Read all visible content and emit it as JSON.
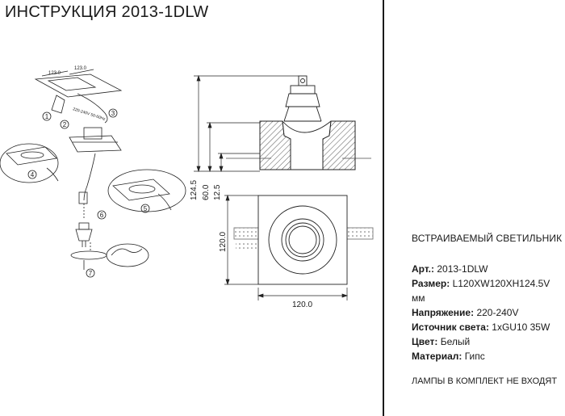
{
  "title": "ИНСТРУКЦИЯ 2013-1DLW",
  "product_heading": "ВСТРАИВАЕМЫЙ СВЕТИЛЬНИК",
  "specs": [
    {
      "label": "Арт.:",
      "value": "2013-1DLW"
    },
    {
      "label": "Размер:",
      "value": "L120XW120XH124.5V мм"
    },
    {
      "label": "Напряжение:",
      "value": "220-240V"
    },
    {
      "label": "Источник света:",
      "value": "1xGU10 35W"
    },
    {
      "label": "Цвет:",
      "value": "Белый"
    },
    {
      "label": "Материал:",
      "value": "Гипс"
    }
  ],
  "footer_note": "ЛАМПЫ В КОМПЛЕКТ НЕ ВХОДЯТ",
  "dimensions": {
    "height_total": "124.5",
    "height_mid": "60.0",
    "height_small": "12.5",
    "width_side": "120.0",
    "width_bottom": "120.0",
    "cut_a": "123.0",
    "cut_b": "123.0",
    "cut_note": "220-240V 50-60Hz"
  },
  "callouts": [
    "1",
    "2",
    "3",
    "4",
    "5",
    "6",
    "7"
  ]
}
